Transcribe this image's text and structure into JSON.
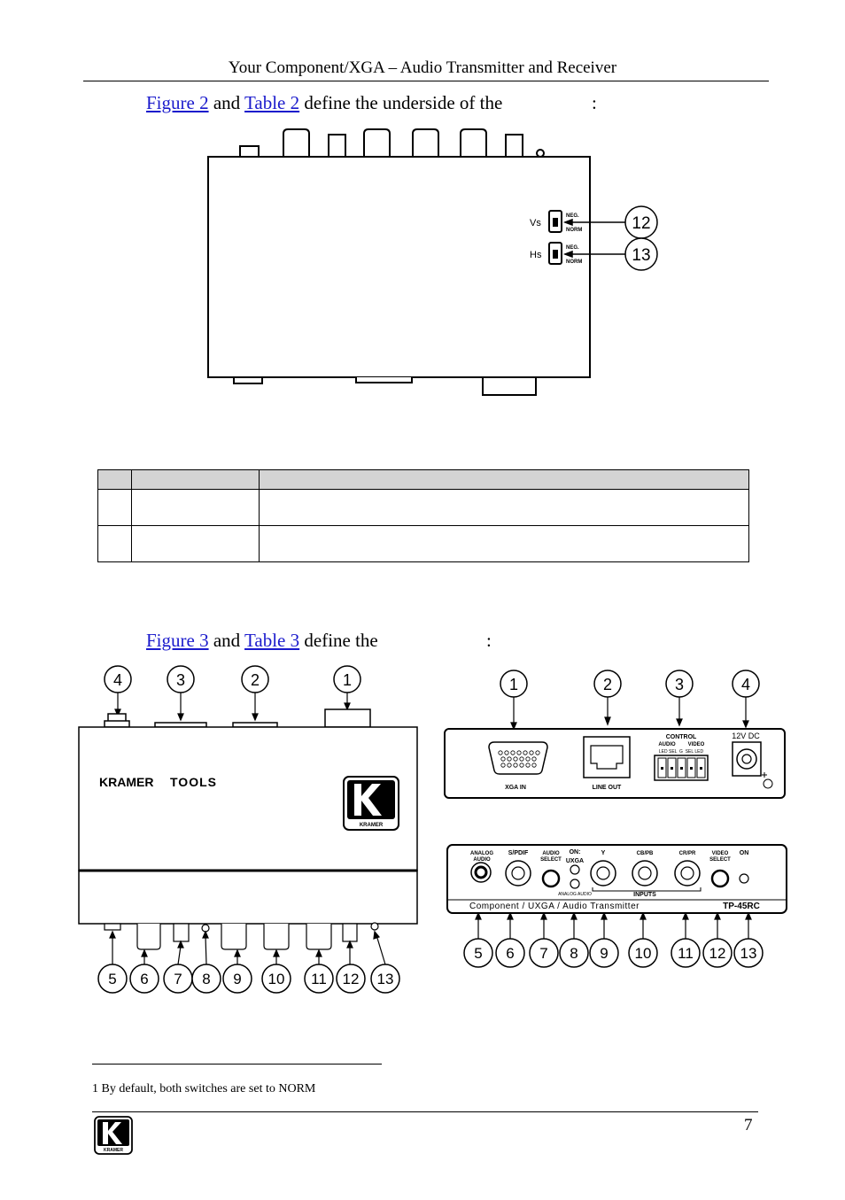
{
  "header": {
    "title": "Your Component/XGA – Audio Transmitter and Receiver"
  },
  "para1": {
    "link1": "Figure 2",
    "mid": " and ",
    "link2": "Table 2",
    "text": " define the underside of the",
    "colon": ":"
  },
  "para2": {
    "link1": "Figure 3",
    "mid": " and ",
    "link2": "Table 3",
    "text": " define the",
    "colon": ":"
  },
  "figure2": {
    "vs_label": "Vs",
    "hs_label": "Hs",
    "switch_top": "NEG.",
    "switch_bottom": "NORM",
    "callouts": [
      "12",
      "13"
    ]
  },
  "table": {
    "headers": [
      "",
      "",
      ""
    ],
    "rows": [
      [
        "",
        "",
        ""
      ],
      [
        "",
        "",
        ""
      ]
    ]
  },
  "figure3": {
    "left": {
      "top_callouts": [
        "4",
        "3",
        "2",
        "1"
      ],
      "bottom_callouts": [
        "5",
        "6",
        "7",
        "8",
        "9",
        "10",
        "11",
        "12",
        "13"
      ],
      "brand": "KRAMER",
      "brand2": "TOOLS",
      "logo_label": "KRAMER"
    },
    "rear": {
      "callouts": [
        "1",
        "2",
        "3",
        "4"
      ],
      "xga_in": "XGA IN",
      "line_out": "LINE OUT",
      "control": "CONTROL",
      "audio": "AUDIO",
      "video": "VIDEO",
      "control_pins": "LED SEL  G  SEL LED",
      "power": "12V DC"
    },
    "front": {
      "callouts": [
        "5",
        "6",
        "7",
        "8",
        "9",
        "10",
        "11",
        "12",
        "13"
      ],
      "analog_audio_1": "ANALOG",
      "analog_audio_2": "AUDIO",
      "spdif": "S/PDIF",
      "audio_select_1": "AUDIO",
      "audio_select_2": "SELECT",
      "on_uxga_1": "ON:",
      "on_uxga_2": "UXGA",
      "analog_audio_small": "ANALOG AUDIO",
      "y": "Y",
      "cb": "CB/PB",
      "cr": "CR/PR",
      "inputs": "INPUTS",
      "video_select_1": "VIDEO",
      "video_select_2": "SELECT",
      "on": "ON",
      "product_name": "Component / UXGA / Audio Transmitter",
      "model": "TP-45RC"
    }
  },
  "footnote": {
    "text": "1 By default, both switches are set to NORM"
  },
  "footer": {
    "page_number": "7",
    "logo_label": "KRAMER"
  }
}
